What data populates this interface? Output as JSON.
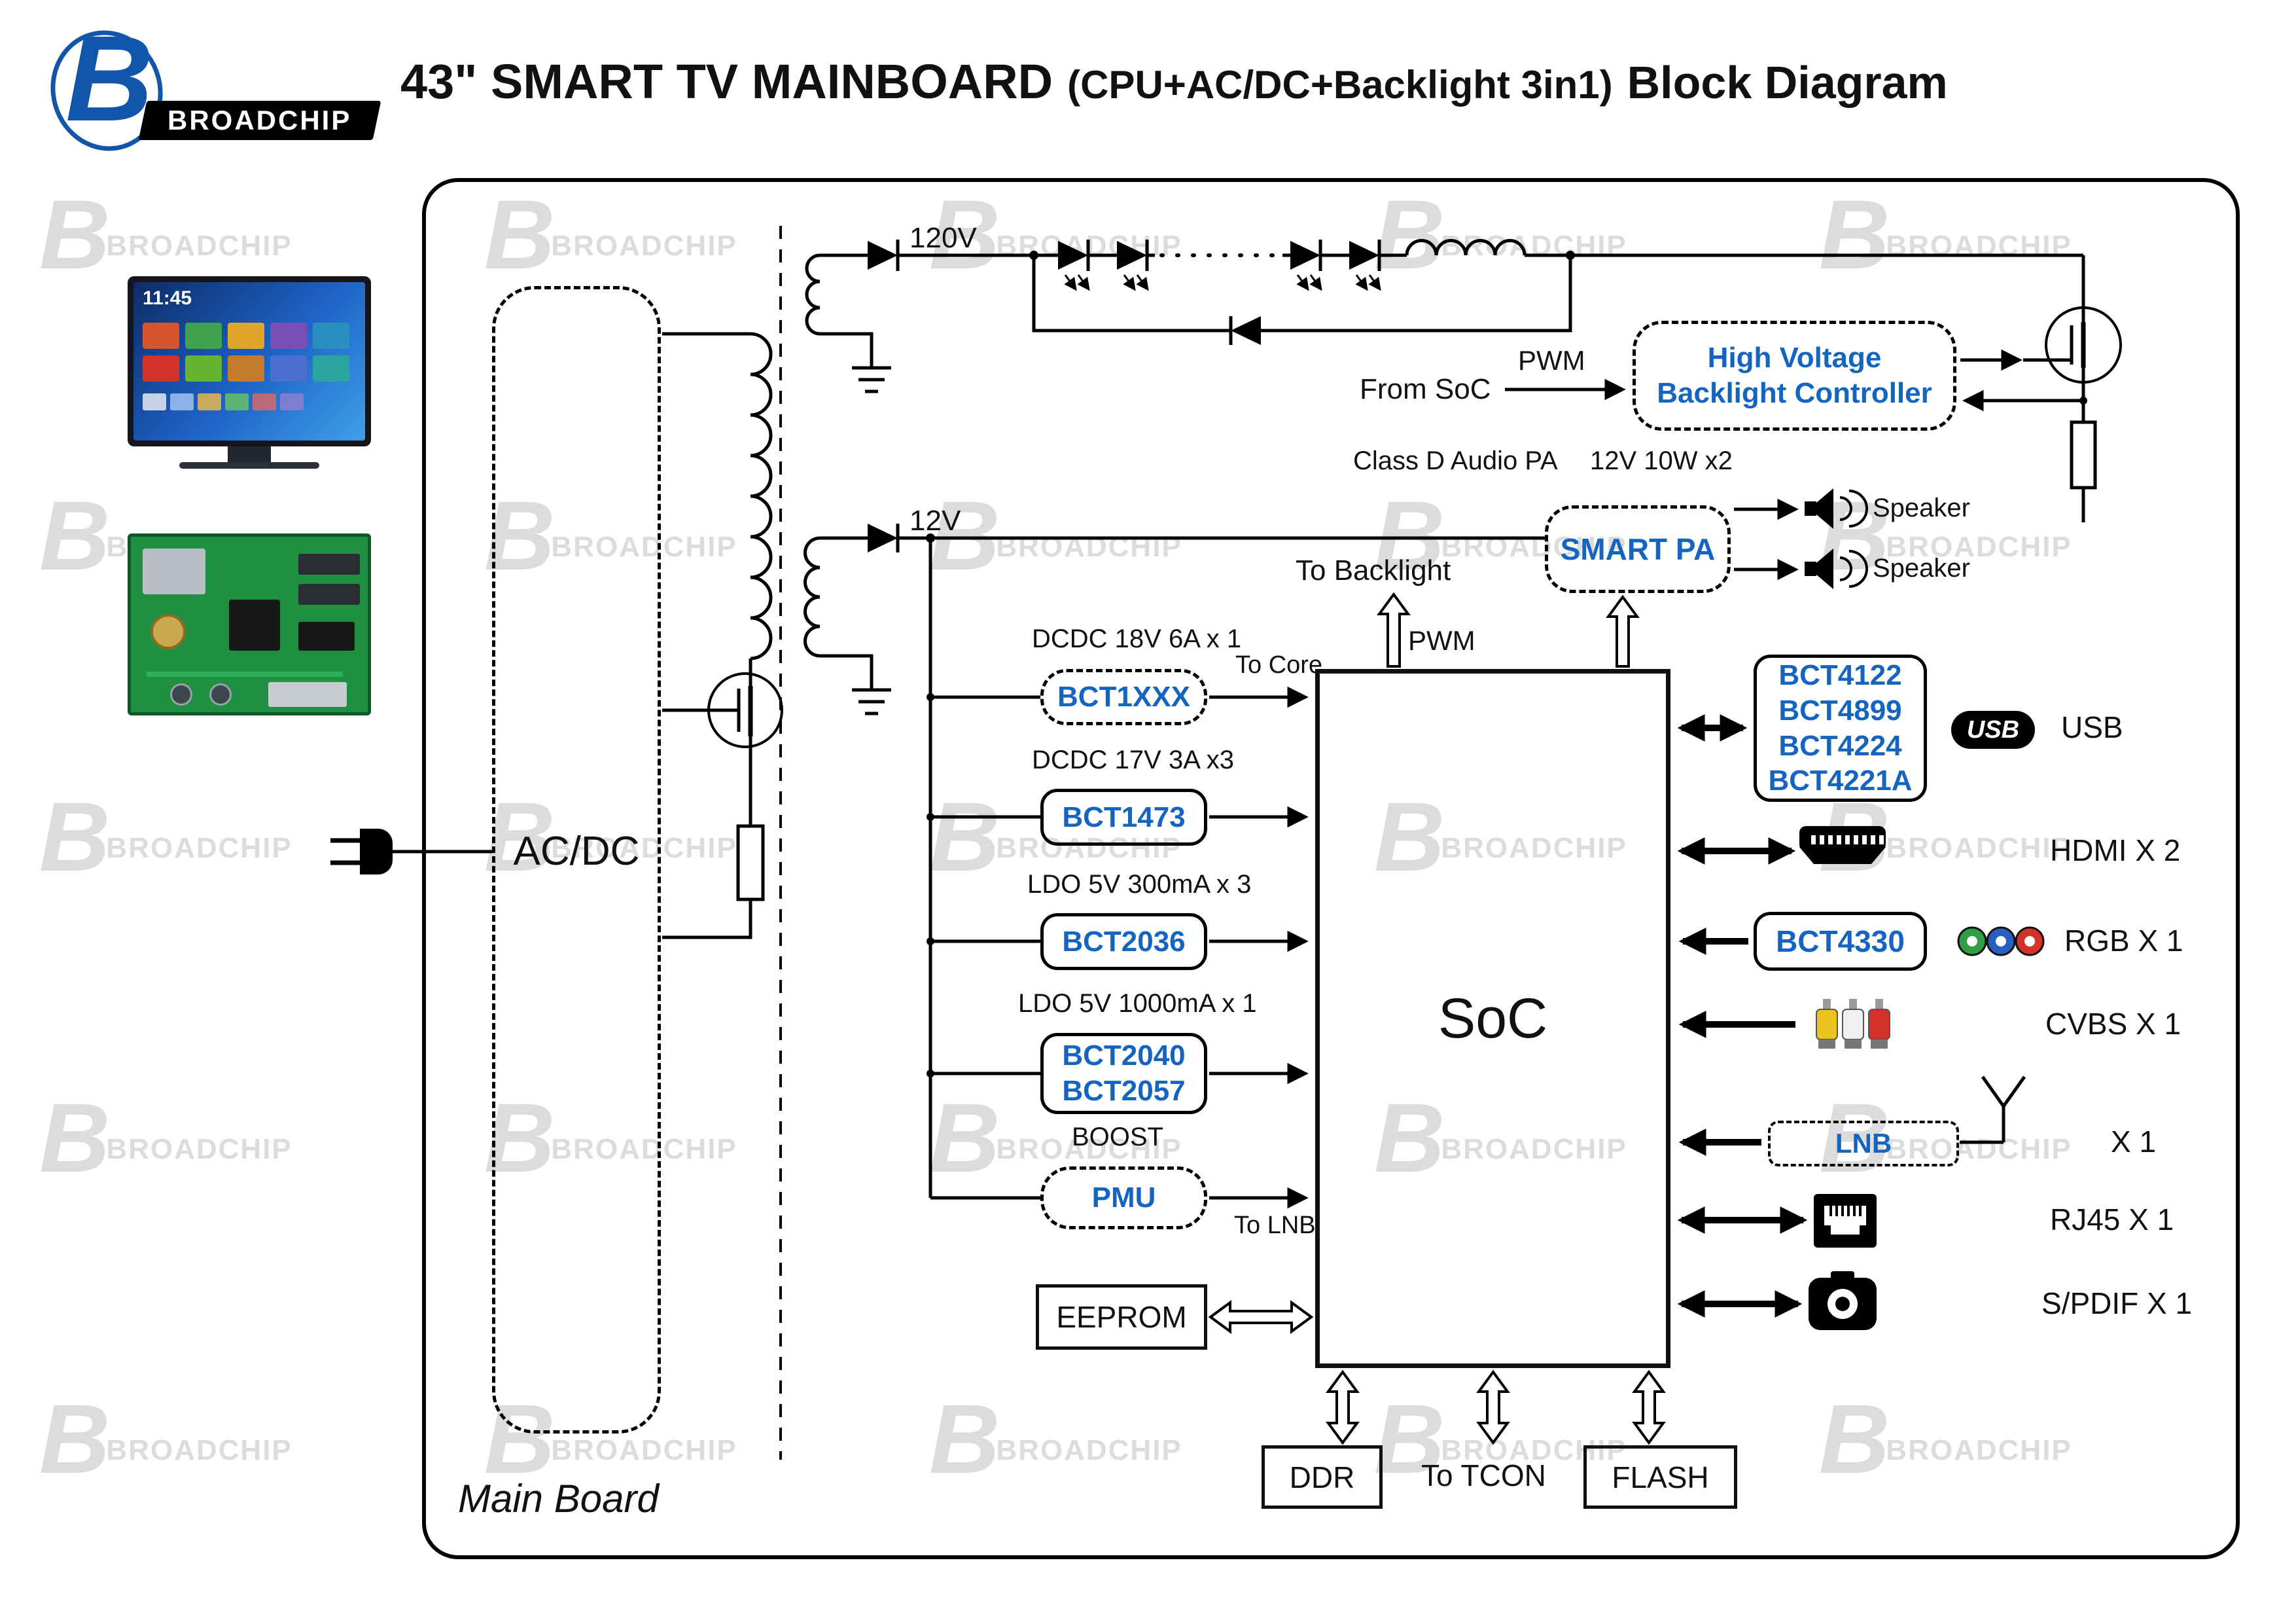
{
  "header": {
    "logo": {
      "b": "B",
      "name": "BROADCHIP"
    },
    "title_main": "43\" SMART TV MAINBOARD",
    "title_paren": "(CPU+AC/DC+Backlight 3in1)",
    "title_suffix": "Block Diagram"
  },
  "watermark": {
    "b": "B",
    "text": "BROADCHIP"
  },
  "photos": {
    "tv_time": "11:45"
  },
  "board": {
    "frame_label": "Main Board",
    "acdc_label": "AC/DC",
    "rails": {
      "top": "120V",
      "bottom": "12V"
    },
    "backlight": {
      "from_soc": "From SoC",
      "pwm": "PWM",
      "controller_lines": [
        "High Voltage",
        "Backlight Controller"
      ]
    },
    "audio": {
      "caption_left": "Class D Audio PA",
      "caption_right": "12V 10W x2",
      "chip": "SMART PA",
      "speakers": [
        "Speaker",
        "Speaker"
      ]
    },
    "soc": {
      "label": "SoC",
      "to_backlight": "To Backlight",
      "pwm": "PWM"
    },
    "regulators": [
      {
        "desc": "DCDC 18V 6A x 1",
        "chips": [
          "BCT1XXX"
        ],
        "note": "To Core"
      },
      {
        "desc": "DCDC 17V 3A x3",
        "chips": [
          "BCT1473"
        ]
      },
      {
        "desc": "LDO 5V 300mA x 3",
        "chips": [
          "BCT2036"
        ]
      },
      {
        "desc": "LDO 5V 1000mA x 1",
        "chips": [
          "BCT2040",
          "BCT2057"
        ]
      },
      {
        "desc": "BOOST",
        "chips": [
          "PMU"
        ],
        "note": "To LNB"
      }
    ],
    "eeprom": "EEPROM",
    "io": {
      "usb_chips": [
        "BCT4122",
        "BCT4899",
        "BCT4224",
        "BCT4221A"
      ],
      "usb_badge": "USB",
      "usb_label": "USB",
      "hdmi_label": "HDMI X 2",
      "rgb_chip": "BCT4330",
      "rgb_label": "RGB X 1",
      "cvbs_label": "CVBS X 1",
      "lnb_chip": "LNB",
      "lnb_label": "X 1",
      "rj45_label": "RJ45 X 1",
      "spdif_label": "S/PDIF X 1"
    },
    "memory": {
      "ddr": "DDR",
      "to_tcon": "To TCON",
      "flash": "FLASH"
    }
  },
  "colors": {
    "chip_blue": "#1565c0",
    "logo_blue": "#1256ab",
    "line_black": "#000000",
    "watermark_gray": "#dcdcdc"
  }
}
